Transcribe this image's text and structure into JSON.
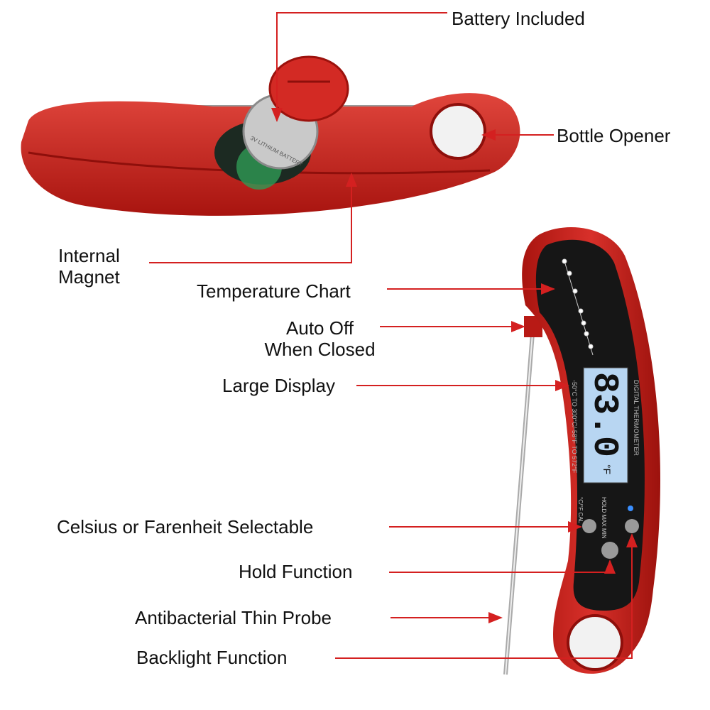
{
  "labels": {
    "battery": "Battery Included",
    "bottle_opener": "Bottle Opener",
    "magnet_line1": "Internal",
    "magnet_line2": "Magnet",
    "temp_chart": "Temperature Chart",
    "auto_off_line1": "Auto Off",
    "auto_off_line2": "When Closed",
    "large_display": "Large Display",
    "celsius": "Celsius or Farenheit Selectable",
    "hold": "Hold Function",
    "probe": "Antibacterial Thin Probe",
    "backlight": "Backlight Function"
  },
  "device": {
    "display_value": "83.0",
    "display_unit": "°F",
    "range_text": "-50°C TO 300°C/-58°F TO 572°F",
    "brand_text": "DIGITAL THERMOMETER",
    "button_unit_label": "°C/°F CAL",
    "button_hold_label": "HOLD MAX MIN",
    "battery_text": "3V LITHIUM BATTERY"
  },
  "colors": {
    "body_red": "#c8231f",
    "arrow_red": "#d42020",
    "lcd": "#b8d6f2",
    "panel": "#161616"
  }
}
